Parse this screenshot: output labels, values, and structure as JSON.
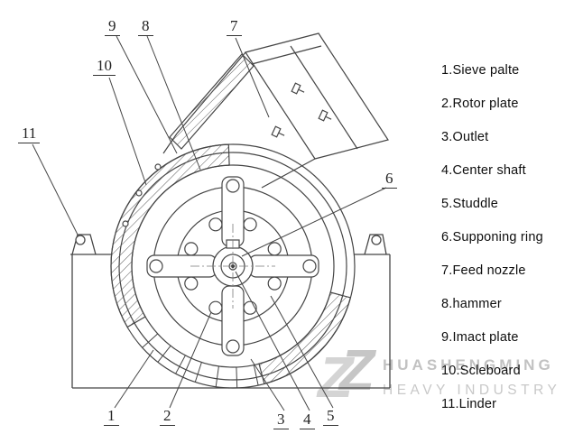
{
  "legend": {
    "items": [
      {
        "label": "1.Sieve palte"
      },
      {
        "label": "2.Rotor plate"
      },
      {
        "label": "3.Outlet"
      },
      {
        "label": "4.Center shaft"
      },
      {
        "label": "5.Studdle"
      },
      {
        "label": "6.Supponing ring"
      },
      {
        "label": "7.Feed nozzle"
      },
      {
        "label": "8.hammer"
      },
      {
        "label": "9.Imact plate"
      },
      {
        "label": "10.Scleboard"
      },
      {
        "label": "11.Linder"
      }
    ]
  },
  "callouts": {
    "c1": "1",
    "c2": "2",
    "c3": "3",
    "c4": "4",
    "c5": "5",
    "c6": "6",
    "c7": "7",
    "c8": "8",
    "c9": "9",
    "c10": "10",
    "c11": "11"
  },
  "watermark": {
    "glyph": "Z",
    "line1": "HUASHENGMING",
    "line2": "HEAVY INDUSTRY",
    "color": "#c6c6c6"
  },
  "colors": {
    "line": "#454545",
    "text": "#0d0d0d"
  }
}
